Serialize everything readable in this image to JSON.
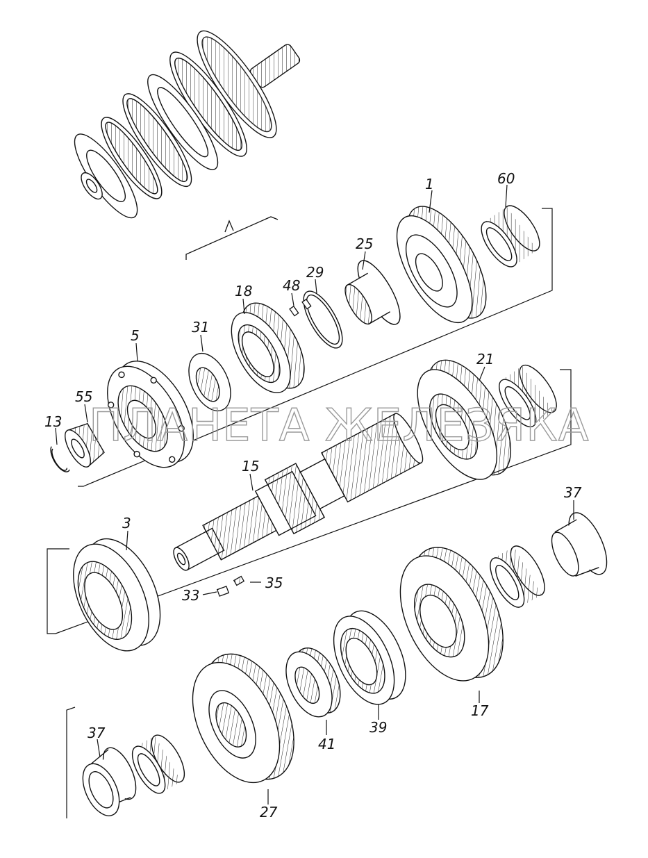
{
  "watermark": "ПЛАНЕТА ЖЕЛЕЗЯКА",
  "callouts": {
    "c1": "1",
    "c60": "60",
    "c25": "25",
    "c29": "29",
    "c48": "48",
    "c18": "18",
    "c31": "31",
    "c5": "5",
    "c55": "55",
    "c13": "13",
    "c21": "21",
    "c15": "15",
    "c3": "3",
    "c37a": "37",
    "c35": "35",
    "c33": "33",
    "c17": "17",
    "c39": "39",
    "c41": "41",
    "c27": "27",
    "c37b": "37"
  }
}
